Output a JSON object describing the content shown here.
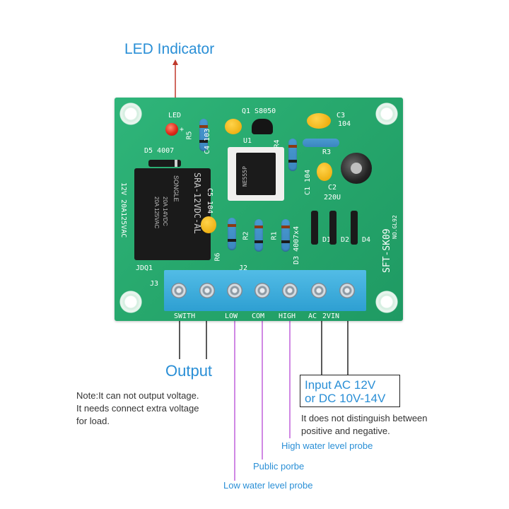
{
  "labels": {
    "led_indicator": "LED Indicator",
    "output": "Output",
    "note_line1": "Note:It can not output voltage.",
    "note_line2": "It needs connect extra voltage",
    "note_line3": "for load.",
    "input_line1": "Input AC 12V",
    "input_line2": "or DC 10V-14V",
    "input_note_line1": "It does not distinguish between",
    "input_note_line2": "positive and negative.",
    "high_probe": "High water level probe",
    "public_probe": "Public porbe",
    "low_probe": "Low water level probe"
  },
  "board": {
    "led": "LED",
    "d5": "D5 4007",
    "r5": "R5",
    "c4": "C4 103",
    "q1": "Q1 S8050",
    "c3": "C3",
    "c3_val": "104",
    "u1": "U1",
    "r4": "R4",
    "r3": "R3",
    "c1": "C1 104",
    "c2": "C2",
    "c2_val": "220U",
    "relay_rating": "12V 20A125VAC",
    "relay_model": "SRA-12VDC-AL",
    "relay_brand": "SONGLE",
    "relay_line1": "20A 14VDC",
    "relay_line2": "20A 125VAC",
    "c5": "C5 104",
    "r6": "R6",
    "r2": "R2",
    "r1": "R1",
    "d3": "D3 4007x4",
    "d1": "D1",
    "d2": "D2",
    "d4": "D4",
    "model": "SFT-SK09",
    "model_no": "NO.GL92",
    "jdq1": "JDQ1",
    "j2": "J2",
    "j3": "J3",
    "chip": "NE555P",
    "term_switch": "SWITH",
    "term_low": "LOW",
    "term_com": "COM",
    "term_high": "HIGH",
    "term_ac": "AC",
    "term_vin": "2VIN",
    "plus": "+"
  },
  "colors": {
    "blue_label": "#2a8fd6",
    "pink_label": "#8a3bbd",
    "pcb_green": "#27a86d",
    "terminal_blue": "#3aa8d8",
    "led_red": "#e02a1a"
  }
}
